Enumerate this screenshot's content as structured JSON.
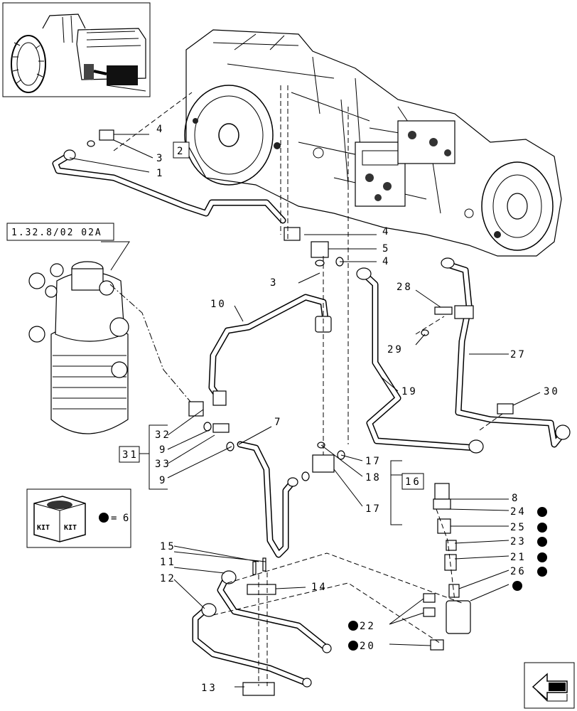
{
  "reference_label": "1.32.8/02 02A",
  "kit": {
    "label_left": "KIT",
    "label_right": "KIT",
    "note": "= 6"
  },
  "group_boxes": {
    "g2": "2",
    "g16": "16",
    "g31": "31"
  },
  "callouts": {
    "c4a": "4",
    "c3a": "3",
    "c1": "1",
    "c4b": "4",
    "c5": "5",
    "c4c": "4",
    "c3b": "3",
    "c10": "10",
    "c28": "28",
    "c29": "29",
    "c27": "27",
    "c19": "19",
    "c30": "30",
    "c7": "7",
    "c32": "32",
    "c9a": "9",
    "c33": "33",
    "c9b": "9",
    "c17a": "17",
    "c18": "18",
    "c17b": "17",
    "c8": "8",
    "c24": "24",
    "c25": "25",
    "c23": "23",
    "c21": "21",
    "c26": "26",
    "c15": "15",
    "c11": "11",
    "c12": "12",
    "c14": "14",
    "c22": "22",
    "c20": "20",
    "c13": "13"
  },
  "icons": {
    "thumbnail": "tractor-thumbnail-icon",
    "kit": "kit-box-icon",
    "nav": "previous-page-arrow-icon"
  }
}
